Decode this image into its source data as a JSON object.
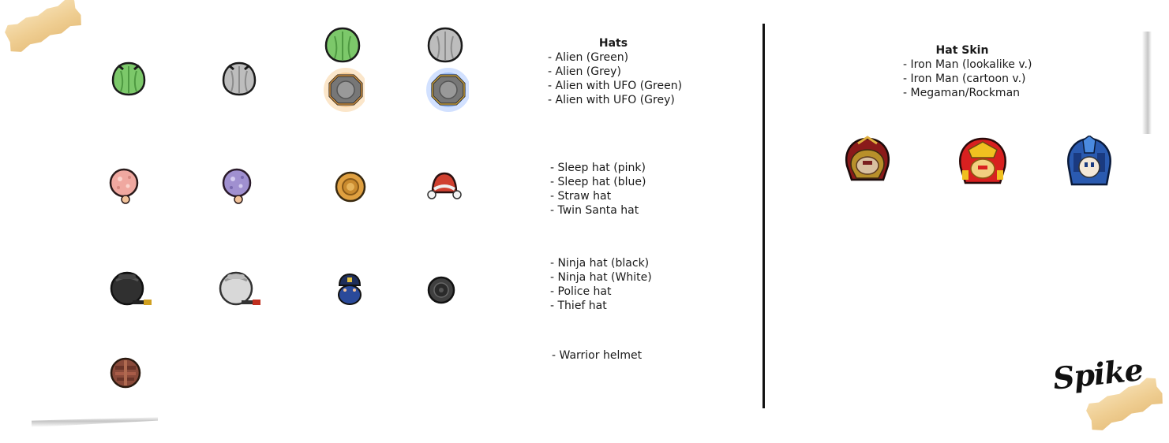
{
  "hats": {
    "heading": "Hats",
    "groups": [
      {
        "items": [
          "- Alien (Green)",
          "- Alien (Grey)",
          "- Alien with UFO (Green)",
          "- Alien with UFO (Grey)"
        ]
      },
      {
        "items": [
          "- Sleep hat (pink)",
          "- Sleep hat (blue)",
          "- Straw hat",
          "- Twin Santa hat"
        ]
      },
      {
        "items": [
          "- Ninja hat (black)",
          "- Ninja hat (White)",
          "- Police hat",
          "- Thief hat"
        ]
      },
      {
        "items": [
          "- Warrior helmet"
        ]
      }
    ]
  },
  "hat_skin": {
    "heading": "Hat Skin",
    "items": [
      "- Iron Man (lookalike v.)",
      "- Iron Man (cartoon v.)",
      "- Megaman/Rockman"
    ]
  },
  "signature": "Spike",
  "sprites": [
    {
      "icon": "alien-green-hat-icon",
      "color": "#7cc86a"
    },
    {
      "icon": "alien-grey-hat-icon",
      "color": "#bdbdbd"
    },
    {
      "icon": "alien-ufo-green-hat-icon",
      "color": "#7cc86a",
      "glow": "#f0b060"
    },
    {
      "icon": "alien-ufo-grey-hat-icon",
      "color": "#bdbdbd",
      "glow": "#5a8fe0"
    },
    {
      "icon": "sleep-hat-pink-icon",
      "color": "#f0a8a0"
    },
    {
      "icon": "sleep-hat-blue-icon",
      "color": "#a090d0"
    },
    {
      "icon": "straw-hat-icon",
      "color": "#e0a040"
    },
    {
      "icon": "twin-santa-hat-icon",
      "color": "#d04030"
    },
    {
      "icon": "ninja-hat-black-icon",
      "color": "#303030"
    },
    {
      "icon": "ninja-hat-white-icon",
      "color": "#d8d8d8"
    },
    {
      "icon": "police-hat-icon",
      "color": "#2a4a9a"
    },
    {
      "icon": "thief-hat-icon",
      "color": "#404040"
    },
    {
      "icon": "warrior-helmet-icon",
      "color": "#8a4a3a"
    },
    {
      "icon": "iron-man-lookalike-icon",
      "color": "#a02020"
    },
    {
      "icon": "iron-man-cartoon-icon",
      "color": "#d82020"
    },
    {
      "icon": "megaman-rockman-icon",
      "color": "#2a5ab0"
    }
  ]
}
